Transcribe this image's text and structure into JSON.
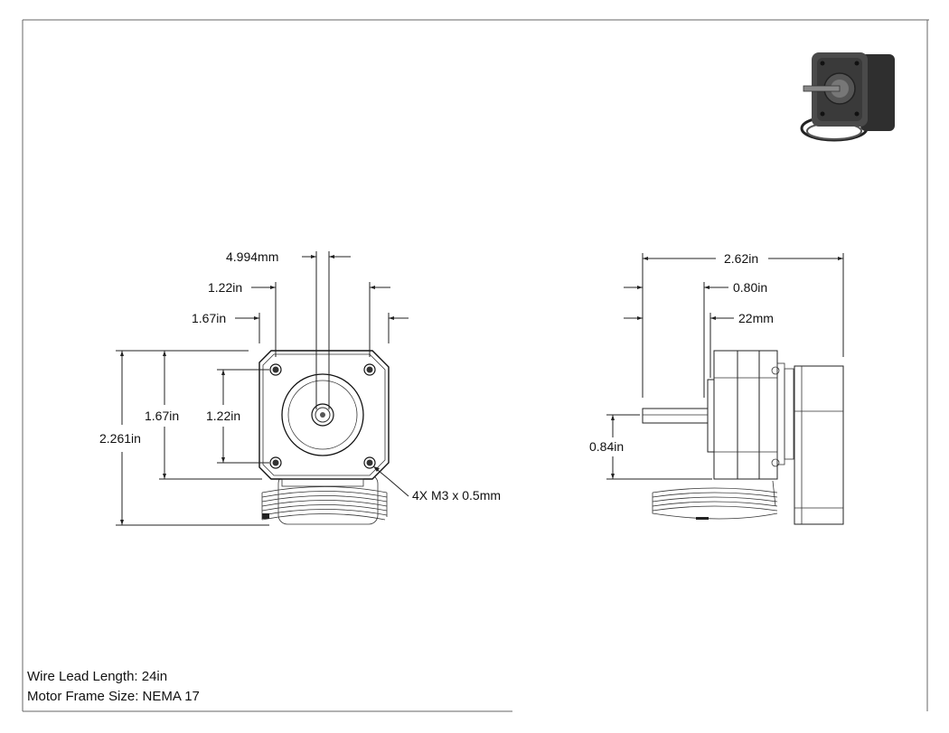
{
  "notes": {
    "wire_lead": "Wire Lead Length: 24in",
    "frame_size": "Motor Frame Size: NEMA 17"
  },
  "front_view": {
    "dim_shaft": "4.994mm",
    "dim_hole_spacing_top": "1.22in",
    "dim_frame_width_top": "1.67in",
    "dim_overall_height": "2.261in",
    "dim_frame_height": "1.67in",
    "dim_hole_spacing_side": "1.22in",
    "hole_callout": "4X M3 x 0.5mm"
  },
  "side_view": {
    "dim_overall_length": "2.62in",
    "dim_shaft_length": "0.80in",
    "dim_flat": "22mm",
    "dim_shaft_height": "0.84in"
  },
  "colors": {
    "line": "#222222",
    "border": "#555555",
    "motor_dark": "#3a3a3a"
  },
  "icons": {
    "thumbnail": "stepper-motor-icon"
  }
}
